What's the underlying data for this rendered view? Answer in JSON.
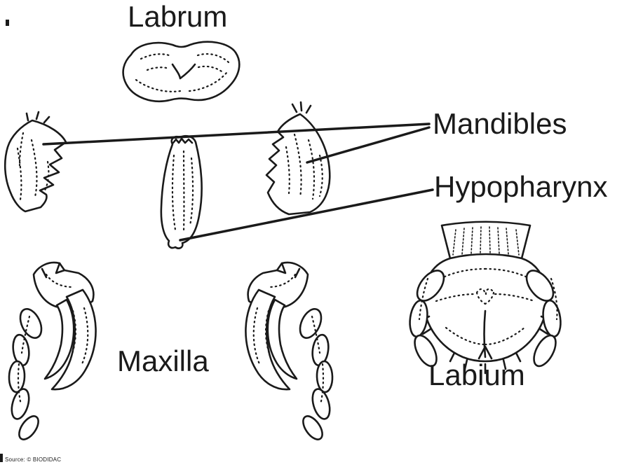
{
  "figure": {
    "labels": {
      "labrum": "Labrum",
      "mandibles": "Mandibles",
      "hypopharynx": "Hypopharynx",
      "maxilla": "Maxilla",
      "labium": "Labium"
    },
    "source_credit": "Source: © BIODIDAC",
    "colors": {
      "ink": "#1a1a1a",
      "background": "#ffffff"
    }
  }
}
